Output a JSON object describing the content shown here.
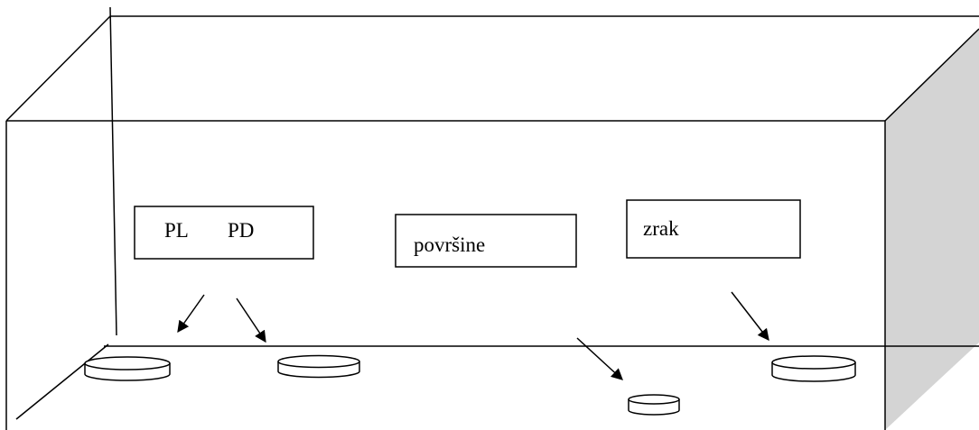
{
  "diagram": {
    "labels": {
      "pl": "PL",
      "pd": "PD",
      "surfaces": "površine",
      "air": "zrak"
    },
    "colors": {
      "line": "#000000",
      "side_panel": "#d4d4d4",
      "background": "#ffffff"
    }
  }
}
